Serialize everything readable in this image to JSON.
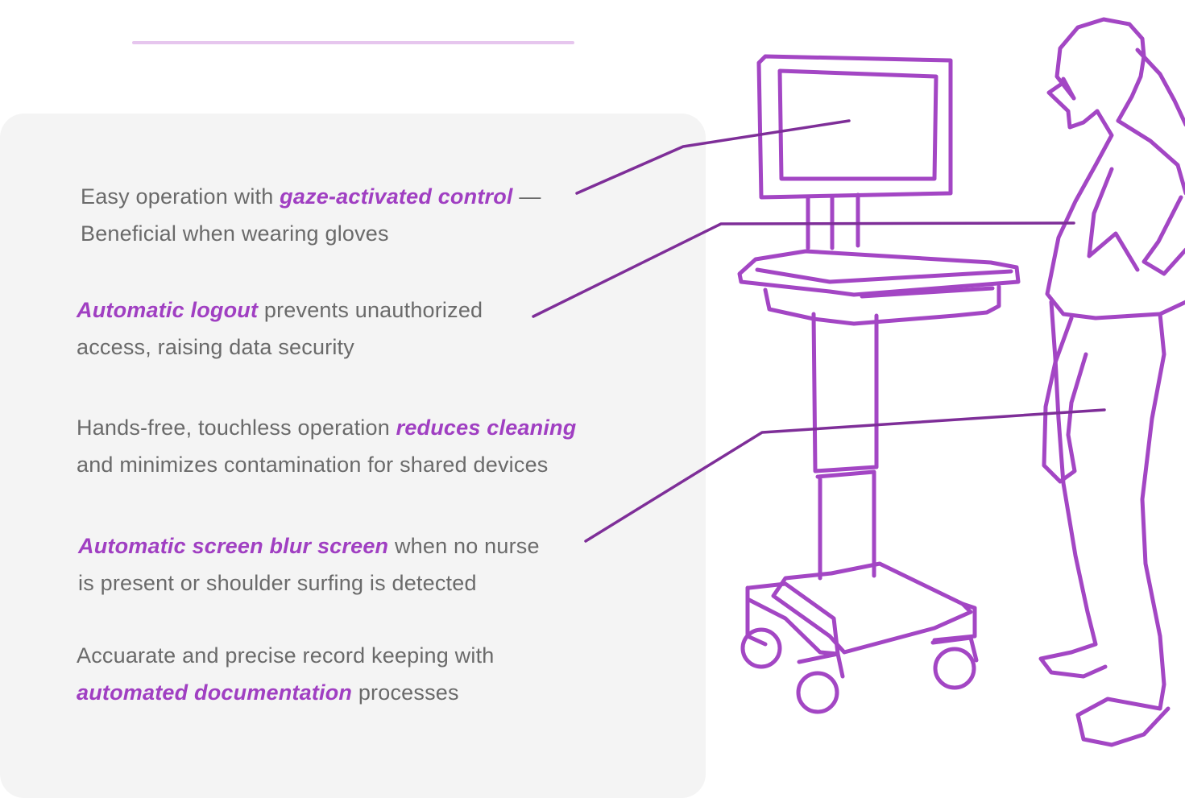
{
  "features": [
    {
      "line1": [
        {
          "text": "Easy operation with ",
          "highlight": false
        },
        {
          "text": "gaze-activated control",
          "highlight": true
        },
        {
          "text": " —",
          "highlight": false
        }
      ],
      "line2": [
        {
          "text": "Beneficial when wearing gloves",
          "highlight": false
        }
      ]
    },
    {
      "line1": [
        {
          "text": "Automatic logout",
          "highlight": true
        },
        {
          "text": " prevents unauthorized",
          "highlight": false
        }
      ],
      "line2": [
        {
          "text": "access, raising data security",
          "highlight": false
        }
      ]
    },
    {
      "line1": [
        {
          "text": "Hands-free, touchless operation ",
          "highlight": false
        },
        {
          "text": "reduces cleaning",
          "highlight": true
        }
      ],
      "line2": [
        {
          "text": "and minimizes contamination for shared devices",
          "highlight": false
        }
      ]
    },
    {
      "line1": [
        {
          "text": "Automatic screen blur screen",
          "highlight": true
        },
        {
          "text": " when no nurse",
          "highlight": false
        }
      ],
      "line2": [
        {
          "text": "is present or shoulder surfing is detected",
          "highlight": false
        }
      ]
    },
    {
      "line1": [
        {
          "text": "Accuarate and precise record keeping with",
          "highlight": false
        }
      ],
      "line2": [
        {
          "text": "automated documentation",
          "highlight": true
        },
        {
          "text": " processes",
          "highlight": false
        }
      ]
    }
  ],
  "colors": {
    "accent": "#a03fc2",
    "illustration_stroke": "#a346c4",
    "leader_line": "#7e2e98",
    "body_text": "#6a6a6a",
    "panel_background": "#f4f4f4",
    "top_rule": "#e6c6ee"
  },
  "illustration": {
    "subjects": [
      "medical-computer-cart-icon",
      "nurse-figure-icon"
    ]
  }
}
